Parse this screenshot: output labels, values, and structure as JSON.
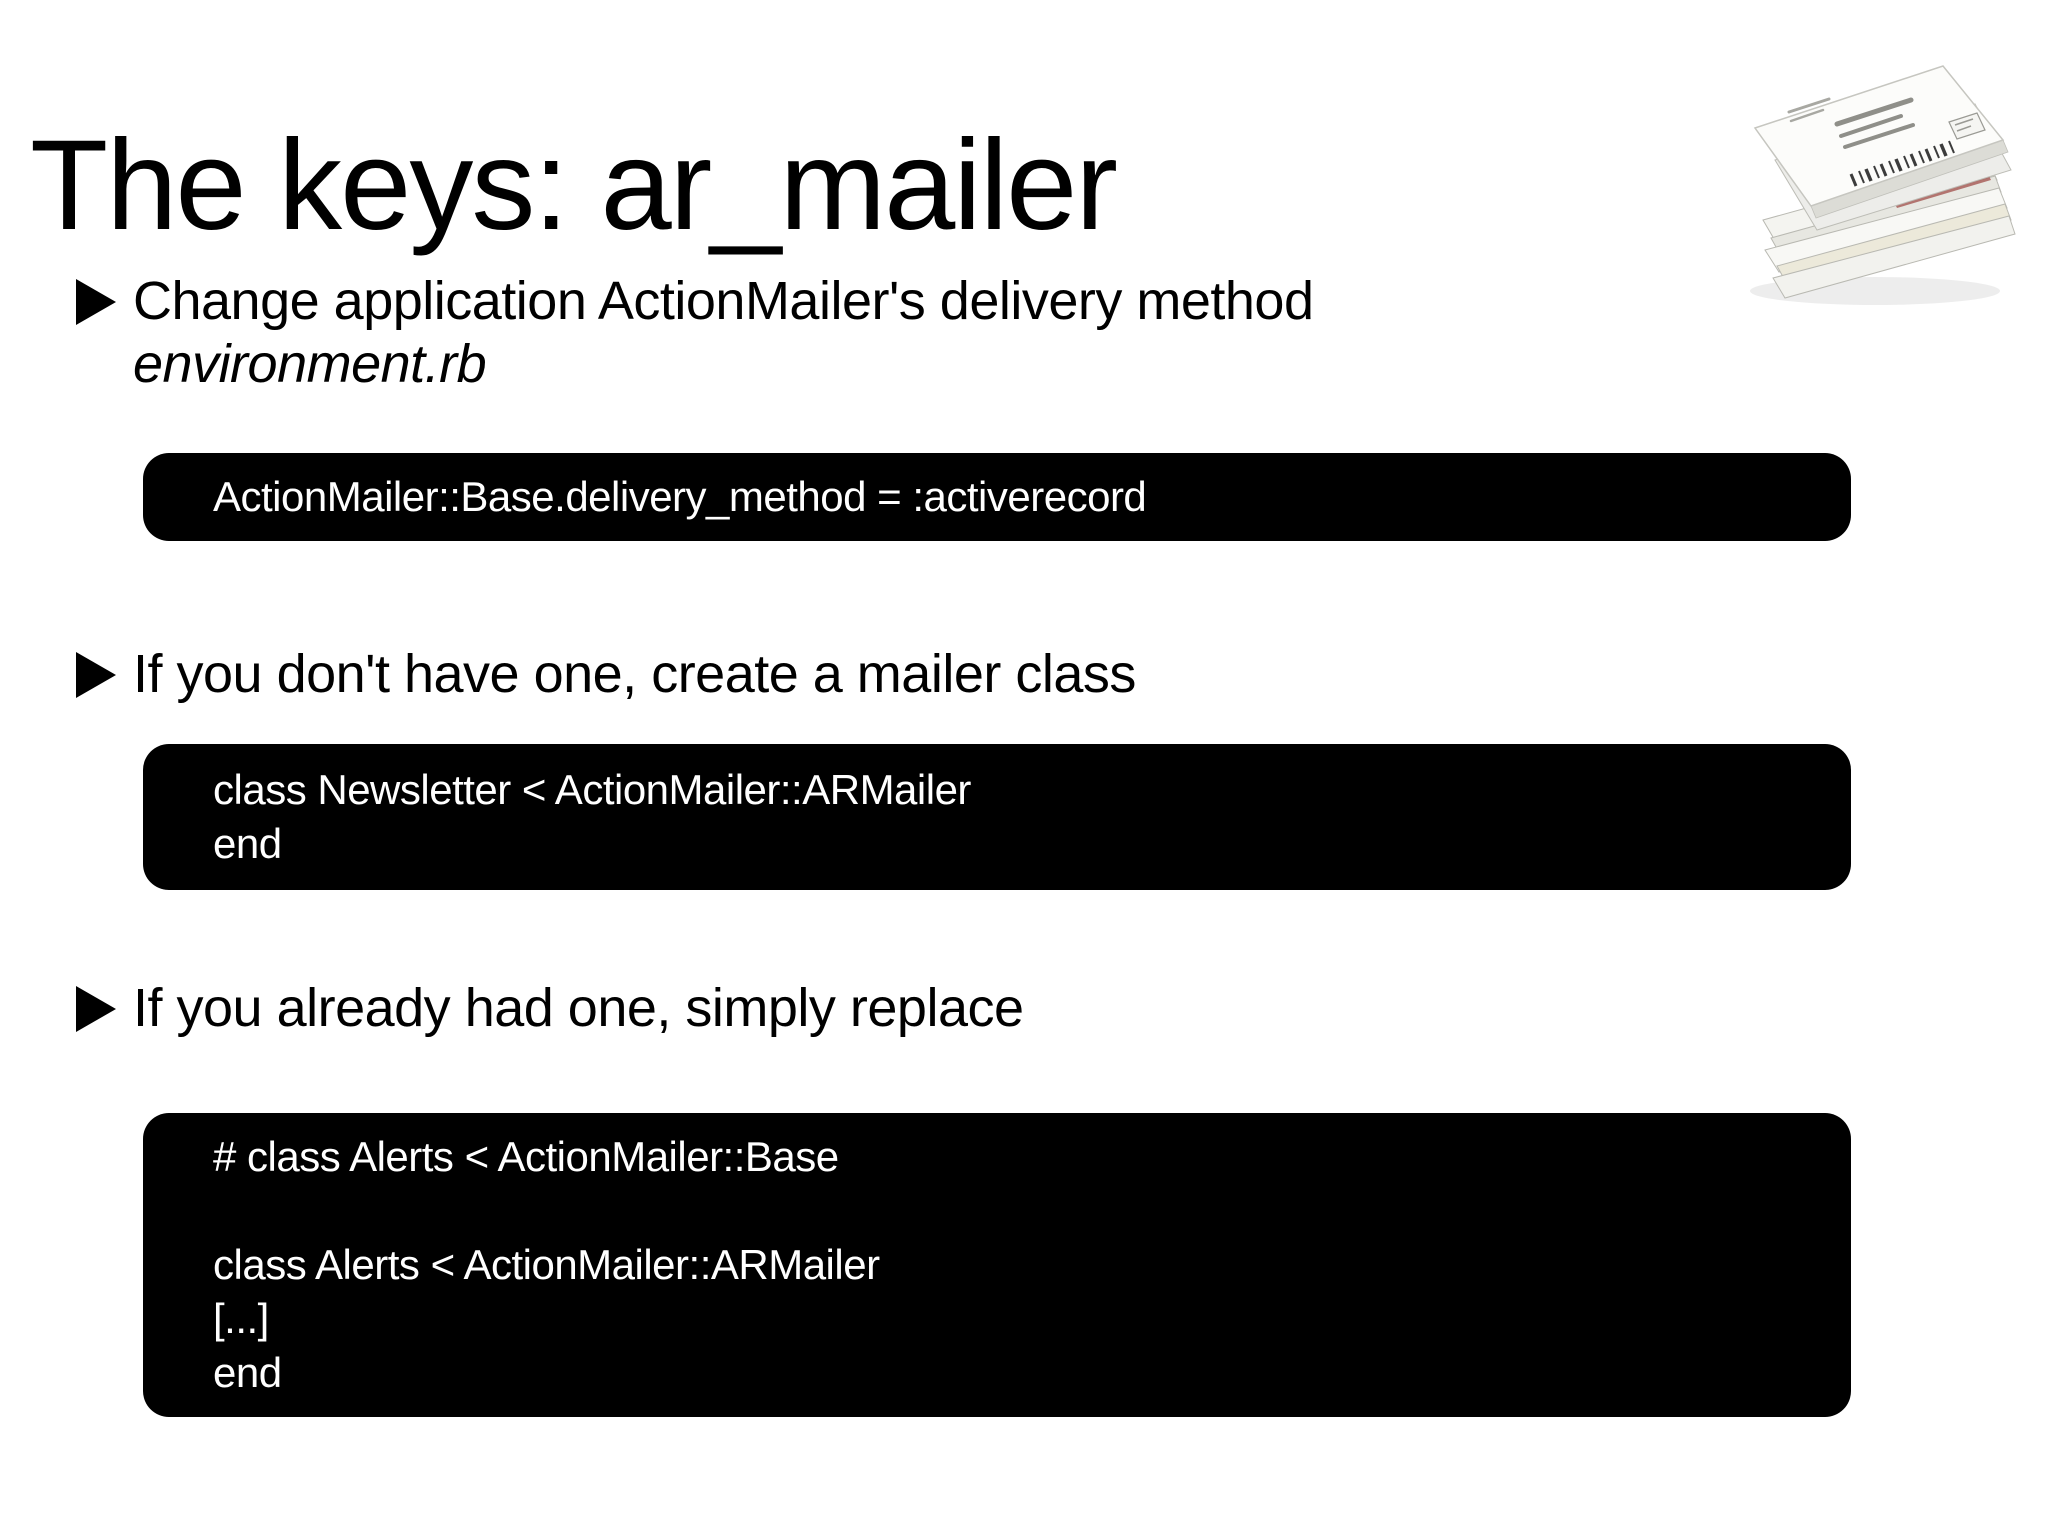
{
  "slide": {
    "title": "The keys: ar_mailer",
    "image_alt": "stack of mail envelopes",
    "bullets": [
      {
        "text": "Change application ActionMailer's delivery method",
        "subtext": "environment.rb",
        "code": [
          "ActionMailer::Base.delivery_method = :activerecord"
        ]
      },
      {
        "text": "If you don't have one, create a mailer class",
        "code": [
          "class Newsletter < ActionMailer::ARMailer",
          "end"
        ]
      },
      {
        "text": "If you already had one, simply replace",
        "code": [
          "# class Alerts < ActionMailer::Base",
          "",
          "class Alerts < ActionMailer::ARMailer",
          "[...]",
          "end"
        ]
      }
    ]
  },
  "icons": {
    "bullet_arrow": "right-triangle",
    "envelope_stack": "stack-of-envelopes"
  },
  "colors": {
    "background": "#ffffff",
    "text": "#000000",
    "code_background": "#000000",
    "code_text": "#ffffff"
  }
}
